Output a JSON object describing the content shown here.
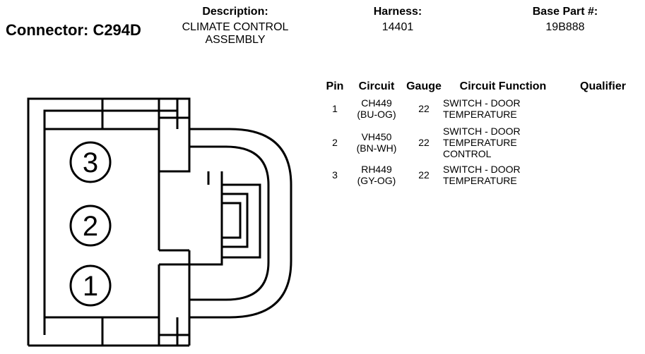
{
  "connector": {
    "label": "Connector: C294D"
  },
  "description": {
    "heading": "Description:",
    "value_line1": "CLIMATE CONTROL",
    "value_line2": "ASSEMBLY"
  },
  "harness": {
    "heading": "Harness:",
    "value": "14401"
  },
  "base_part": {
    "heading": "Base Part #:",
    "value": "19B888"
  },
  "table": {
    "headers": {
      "pin": "Pin",
      "circuit": "Circuit",
      "gauge": "Gauge",
      "function": "Circuit Function",
      "qualifier": "Qualifier"
    },
    "rows": [
      {
        "pin": "1",
        "circuit": "CH449",
        "color": "(BU-OG)",
        "gauge": "22",
        "func1": "SWITCH - DOOR",
        "func2": "TEMPERATURE",
        "func3": "",
        "qualifier": ""
      },
      {
        "pin": "2",
        "circuit": "VH450",
        "color": "(BN-WH)",
        "gauge": "22",
        "func1": "SWITCH - DOOR",
        "func2": "TEMPERATURE",
        "func3": "CONTROL",
        "qualifier": ""
      },
      {
        "pin": "3",
        "circuit": "RH449",
        "color": "(GY-OG)",
        "gauge": "22",
        "func1": "SWITCH - DOOR",
        "func2": "TEMPERATURE",
        "func3": "",
        "qualifier": ""
      }
    ]
  },
  "diagram": {
    "pin_labels": [
      "3",
      "2",
      "1"
    ]
  }
}
